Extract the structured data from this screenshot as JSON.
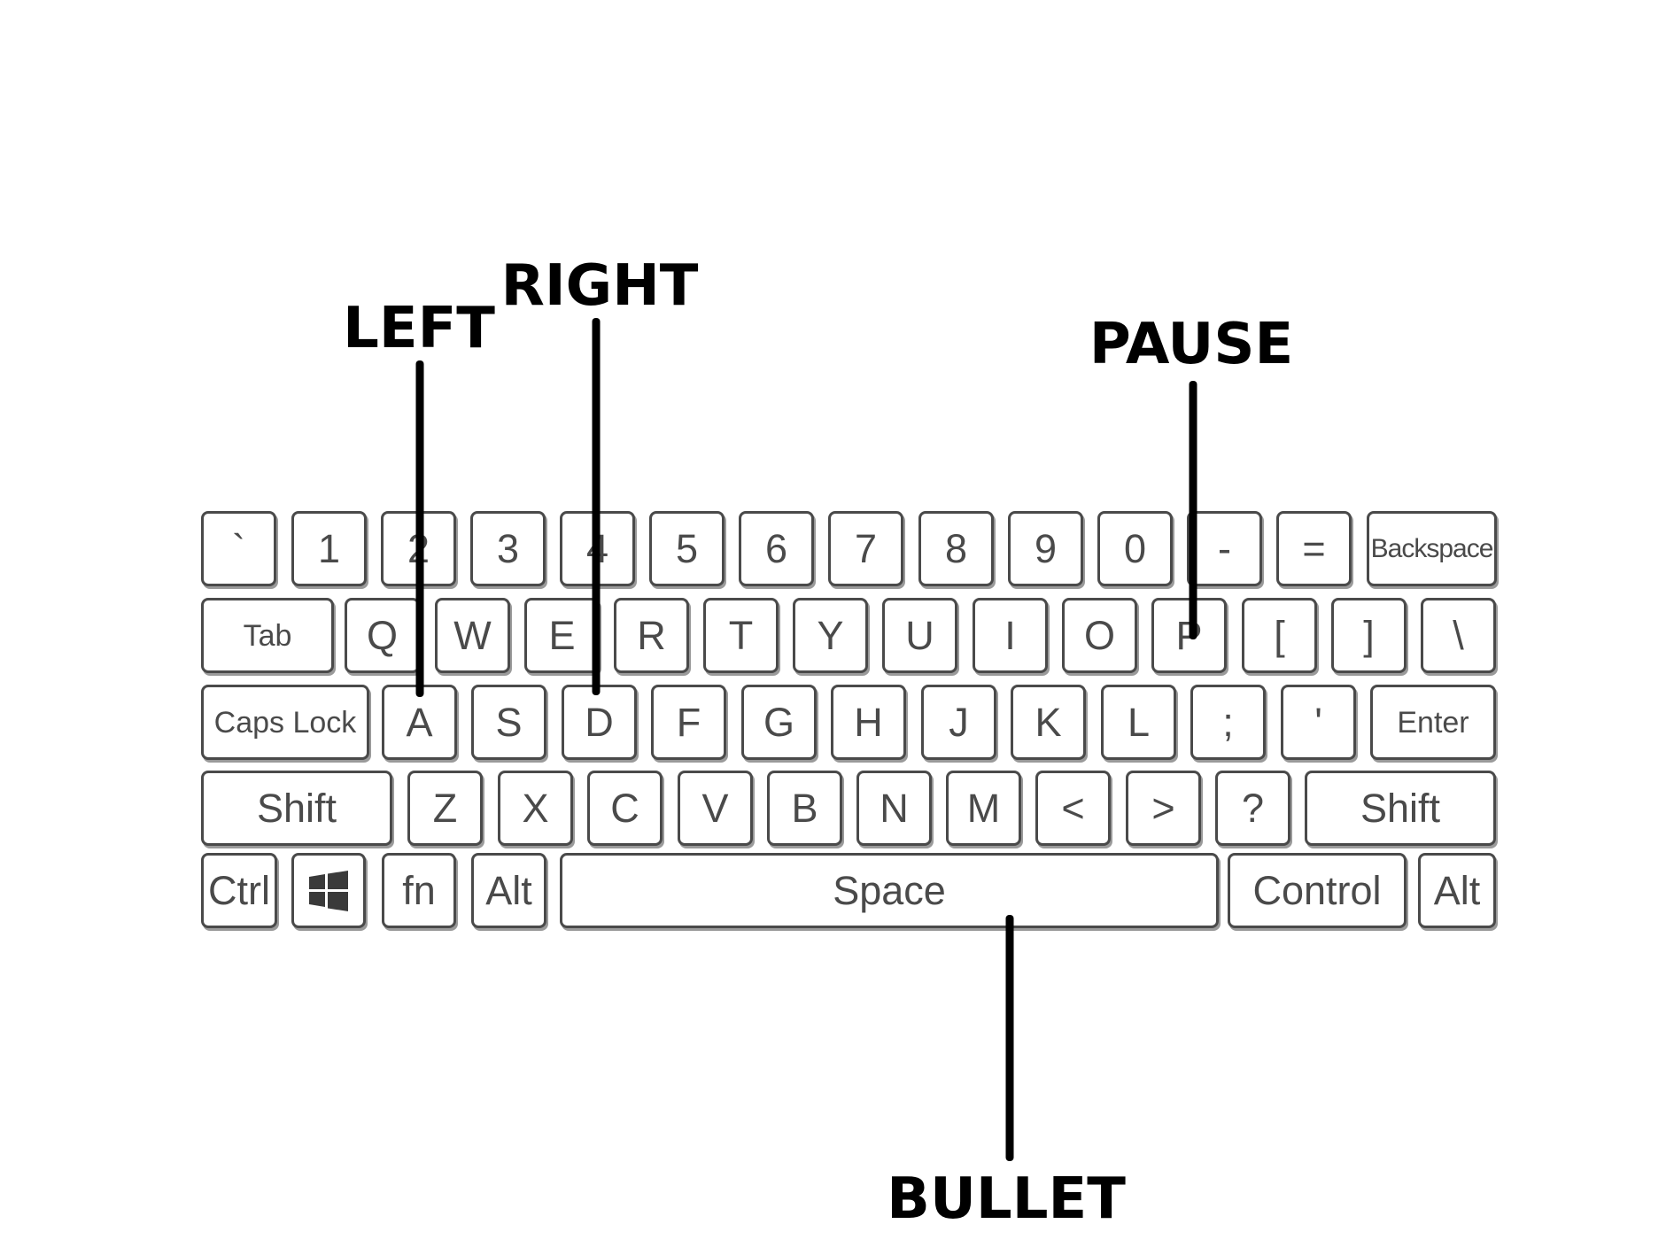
{
  "keyboard": {
    "rows": [
      [
        "`",
        "1",
        "2",
        "3",
        "4",
        "5",
        "6",
        "7",
        "8",
        "9",
        "0",
        "-",
        "=",
        "Backspace"
      ],
      [
        "Tab",
        "Q",
        "W",
        "E",
        "R",
        "T",
        "Y",
        "U",
        "I",
        "O",
        "P",
        "[",
        "]",
        "\\"
      ],
      [
        "Caps Lock",
        "A",
        "S",
        "D",
        "F",
        "G",
        "H",
        "J",
        "K",
        "L",
        ";",
        "'",
        "Enter"
      ],
      [
        "Shift",
        "Z",
        "X",
        "C",
        "V",
        "B",
        "N",
        "M",
        "<",
        ">",
        "?",
        "Shift"
      ],
      [
        "Ctrl",
        "windows-logo-icon",
        "fn",
        "Alt",
        "Space",
        "Control",
        "Alt"
      ]
    ]
  },
  "callouts": [
    {
      "label": "LEFT",
      "key": "A"
    },
    {
      "label": "RIGHT",
      "key": "D"
    },
    {
      "label": "PAUSE",
      "key": "P"
    },
    {
      "label": "BULLET",
      "key": "Space"
    }
  ],
  "colors": {
    "key_border": "#4a4a4a",
    "key_text": "#4a4a4a",
    "callout": "#000000"
  }
}
